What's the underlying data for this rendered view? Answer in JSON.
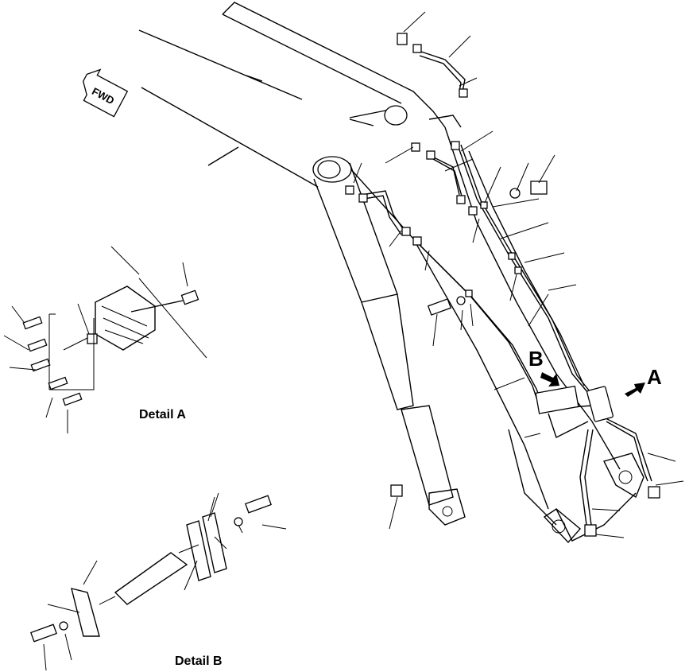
{
  "labels": {
    "detail_a": "Detail  A",
    "detail_b": "Detail  B",
    "marker_a": "A",
    "marker_b": "B",
    "fwd": "FWD"
  },
  "colors": {
    "ink": "#000000",
    "paper": "#ffffff"
  },
  "icons": [
    "fwd-arrow-icon",
    "view-arrow-icon"
  ]
}
